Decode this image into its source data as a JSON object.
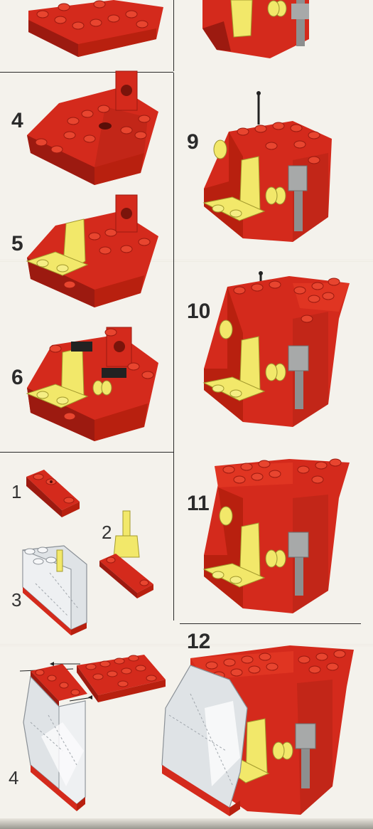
{
  "steps": {
    "s4": "4",
    "s5": "5",
    "s6": "6",
    "s9": "9",
    "s10": "10",
    "s11": "11",
    "s12": "12"
  },
  "substeps": {
    "a1": "1",
    "a2": "2",
    "a3": "3",
    "a4": "4"
  },
  "colors": {
    "brick_red": "#d42a1c",
    "brick_dark": "#9c1a10",
    "brick_light": "#e8452f",
    "yellow": "#f2e86a",
    "grey": "#8d8f8f",
    "transparent": "#dfe3e6",
    "paper": "#f4f2ec"
  }
}
